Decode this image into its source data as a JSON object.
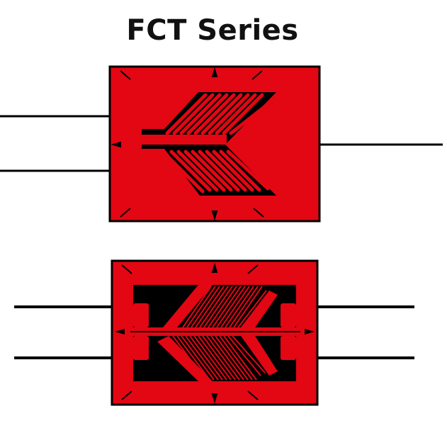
{
  "title": "FCT Series",
  "colors": {
    "foil": "#e30613",
    "carrier": "#000000",
    "lead": "#000000",
    "background": "#ffffff"
  },
  "gauges": [
    {
      "name": "gauge-top",
      "description_visible": false,
      "lead_count": 3,
      "lead_sides": [
        "left",
        "left",
        "right"
      ]
    },
    {
      "name": "gauge-bottom",
      "description_visible": false,
      "lead_count": 4,
      "lead_sides": [
        "left",
        "left",
        "right",
        "right"
      ]
    }
  ]
}
